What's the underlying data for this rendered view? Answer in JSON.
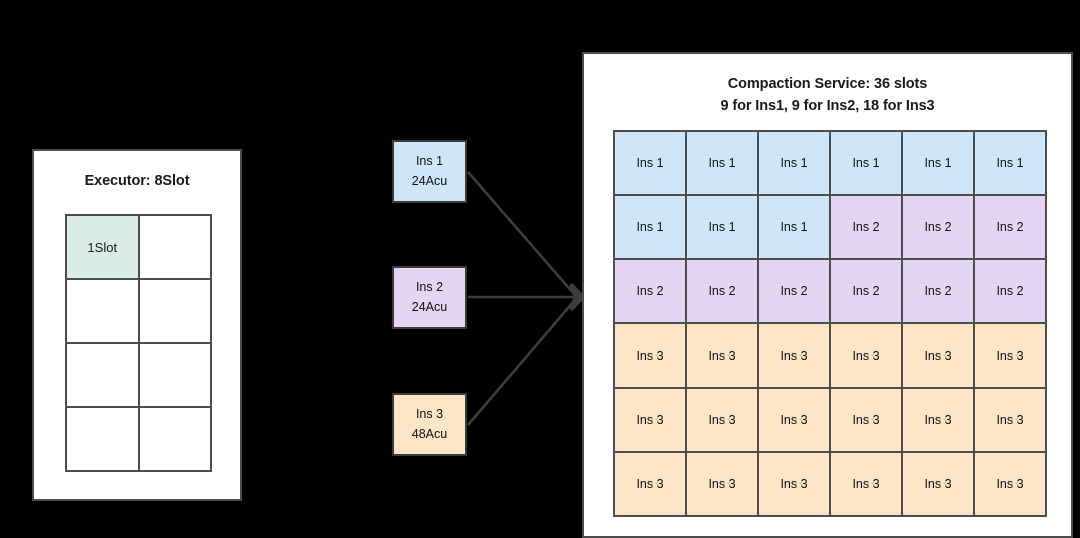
{
  "background_color": "#000000",
  "executor": {
    "title": "Executor: 8Slot",
    "columns": 2,
    "rows": 4,
    "cells": [
      {
        "label": "1Slot",
        "filled": true
      },
      {
        "label": "",
        "filled": false
      },
      {
        "label": "",
        "filled": false
      },
      {
        "label": "",
        "filled": false
      },
      {
        "label": "",
        "filled": false
      },
      {
        "label": "",
        "filled": false
      },
      {
        "label": "",
        "filled": false
      },
      {
        "label": "",
        "filled": false
      }
    ],
    "filled_color": "#d9ece6"
  },
  "instances": [
    {
      "name": "Ins 1",
      "capacity": "24Acu",
      "color": "#cfe6f8"
    },
    {
      "name": "Ins 2",
      "capacity": "24Acu",
      "color": "#e2d6f2"
    },
    {
      "name": "Ins 3",
      "capacity": "48Acu",
      "color": "#fce4c6"
    }
  ],
  "compaction": {
    "title_line1": "Compaction Service: 36 slots",
    "title_line2": "9 for Ins1, 9 for Ins2, 18 for Ins3",
    "columns": 6,
    "rows": 6,
    "total_slots": 36,
    "allocation": {
      "Ins 1": 9,
      "Ins 2": 9,
      "Ins 3": 18
    },
    "colors": {
      "Ins 1": "#cfe6f8",
      "Ins 2": "#e2d6f2",
      "Ins 3": "#fce4c6"
    },
    "cells": [
      "Ins 1",
      "Ins 1",
      "Ins 1",
      "Ins 1",
      "Ins 1",
      "Ins 1",
      "Ins 1",
      "Ins 1",
      "Ins 1",
      "Ins 2",
      "Ins 2",
      "Ins 2",
      "Ins 2",
      "Ins 2",
      "Ins 2",
      "Ins 2",
      "Ins 2",
      "Ins 2",
      "Ins 3",
      "Ins 3",
      "Ins 3",
      "Ins 3",
      "Ins 3",
      "Ins 3",
      "Ins 3",
      "Ins 3",
      "Ins 3",
      "Ins 3",
      "Ins 3",
      "Ins 3",
      "Ins 3",
      "Ins 3",
      "Ins 3",
      "Ins 3",
      "Ins 3",
      "Ins 3"
    ]
  },
  "connectors": {
    "stroke_color": "#3d3d3d",
    "target_label": "compaction-service"
  }
}
